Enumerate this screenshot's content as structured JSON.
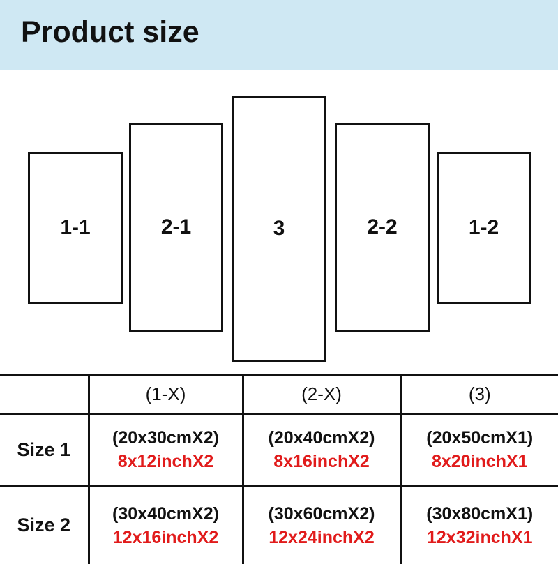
{
  "header": {
    "title": "Product size",
    "background_color": "#cfe8f3"
  },
  "panels": [
    {
      "label": "1-1"
    },
    {
      "label": "2-1"
    },
    {
      "label": "3"
    },
    {
      "label": "2-2"
    },
    {
      "label": "1-2"
    }
  ],
  "table": {
    "columns": [
      "",
      "(1-X)",
      "(2-X)",
      "(3)"
    ],
    "rows": [
      {
        "label": "Size 1",
        "cells": [
          {
            "cm": "(20x30cmX2)",
            "inch": "8x12inchX2"
          },
          {
            "cm": "(20x40cmX2)",
            "inch": "8x16inchX2"
          },
          {
            "cm": "(20x50cmX1)",
            "inch": "8x20inchX1"
          }
        ]
      },
      {
        "label": "Size 2",
        "cells": [
          {
            "cm": "(30x40cmX2)",
            "inch": "12x16inchX2"
          },
          {
            "cm": "(30x60cmX2)",
            "inch": "12x24inchX2"
          },
          {
            "cm": "(30x80cmX1)",
            "inch": "12x32inchX1"
          }
        ]
      }
    ],
    "inch_color": "#e11b1b"
  }
}
